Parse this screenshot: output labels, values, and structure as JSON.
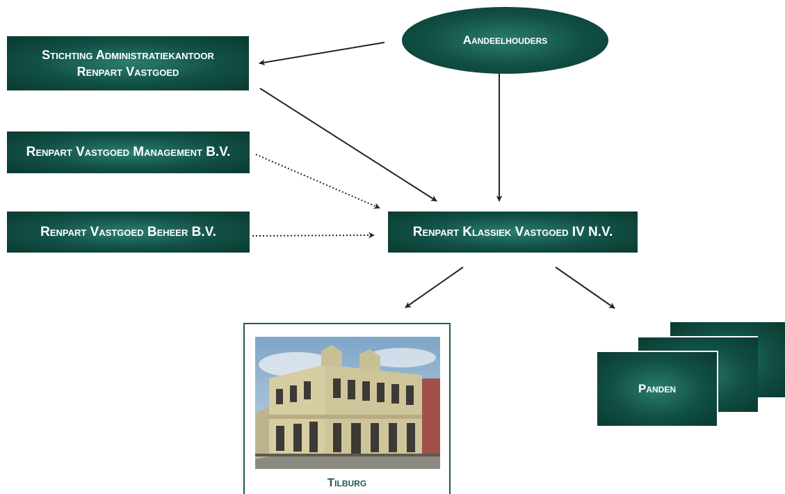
{
  "nodes": {
    "stichting_line1": "Stichting Administratiekantoor",
    "stichting_line2": "Renpart Vastgoed",
    "management": "Renpart Vastgoed Management B.V.",
    "beheer": "Renpart Vastgoed Beheer B.V.",
    "klassiek": "Renpart Klassiek Vastgoed IV N.V.",
    "aandeelhouders": "Aandeelhouders",
    "panden": "Panden",
    "tilburg": "Tilburg"
  },
  "edges": [
    {
      "from": "aandeelhouders",
      "to": "stichting",
      "style": "solid"
    },
    {
      "from": "aandeelhouders",
      "to": "klassiek",
      "style": "solid"
    },
    {
      "from": "stichting",
      "to": "klassiek",
      "style": "solid"
    },
    {
      "from": "management",
      "to": "klassiek",
      "style": "dotted"
    },
    {
      "from": "beheer",
      "to": "klassiek",
      "style": "dotted"
    },
    {
      "from": "klassiek",
      "to": "tilburg",
      "style": "solid"
    },
    {
      "from": "klassiek",
      "to": "panden",
      "style": "solid"
    }
  ],
  "colors": {
    "box_dark": "#0a3a31",
    "box_mid": "#114f44",
    "box_light": "#2a7d6d",
    "label_green": "#1d5a4c",
    "arrow": "#222222"
  }
}
